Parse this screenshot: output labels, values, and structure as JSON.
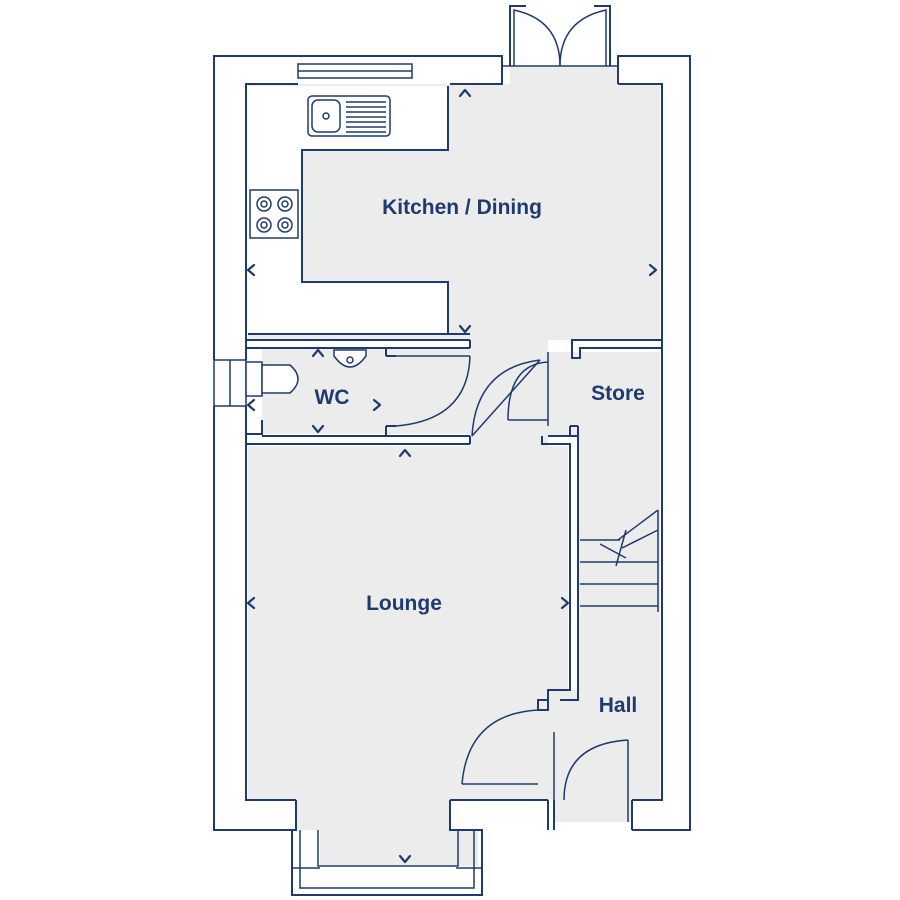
{
  "rooms": {
    "kitchen_dining": "Kitchen / Dining",
    "wc": "WC",
    "store": "Store",
    "lounge": "Lounge",
    "hall": "Hall"
  },
  "colors": {
    "line": "#1f3a6e",
    "floor": "#ececec",
    "background": "#ffffff"
  },
  "icons": [
    "sink-icon",
    "hob-icon",
    "toilet-icon",
    "basin-icon",
    "stairs-icon",
    "door-swing-icon",
    "french-doors-icon",
    "bay-window-icon",
    "dimension-marker-icon"
  ]
}
